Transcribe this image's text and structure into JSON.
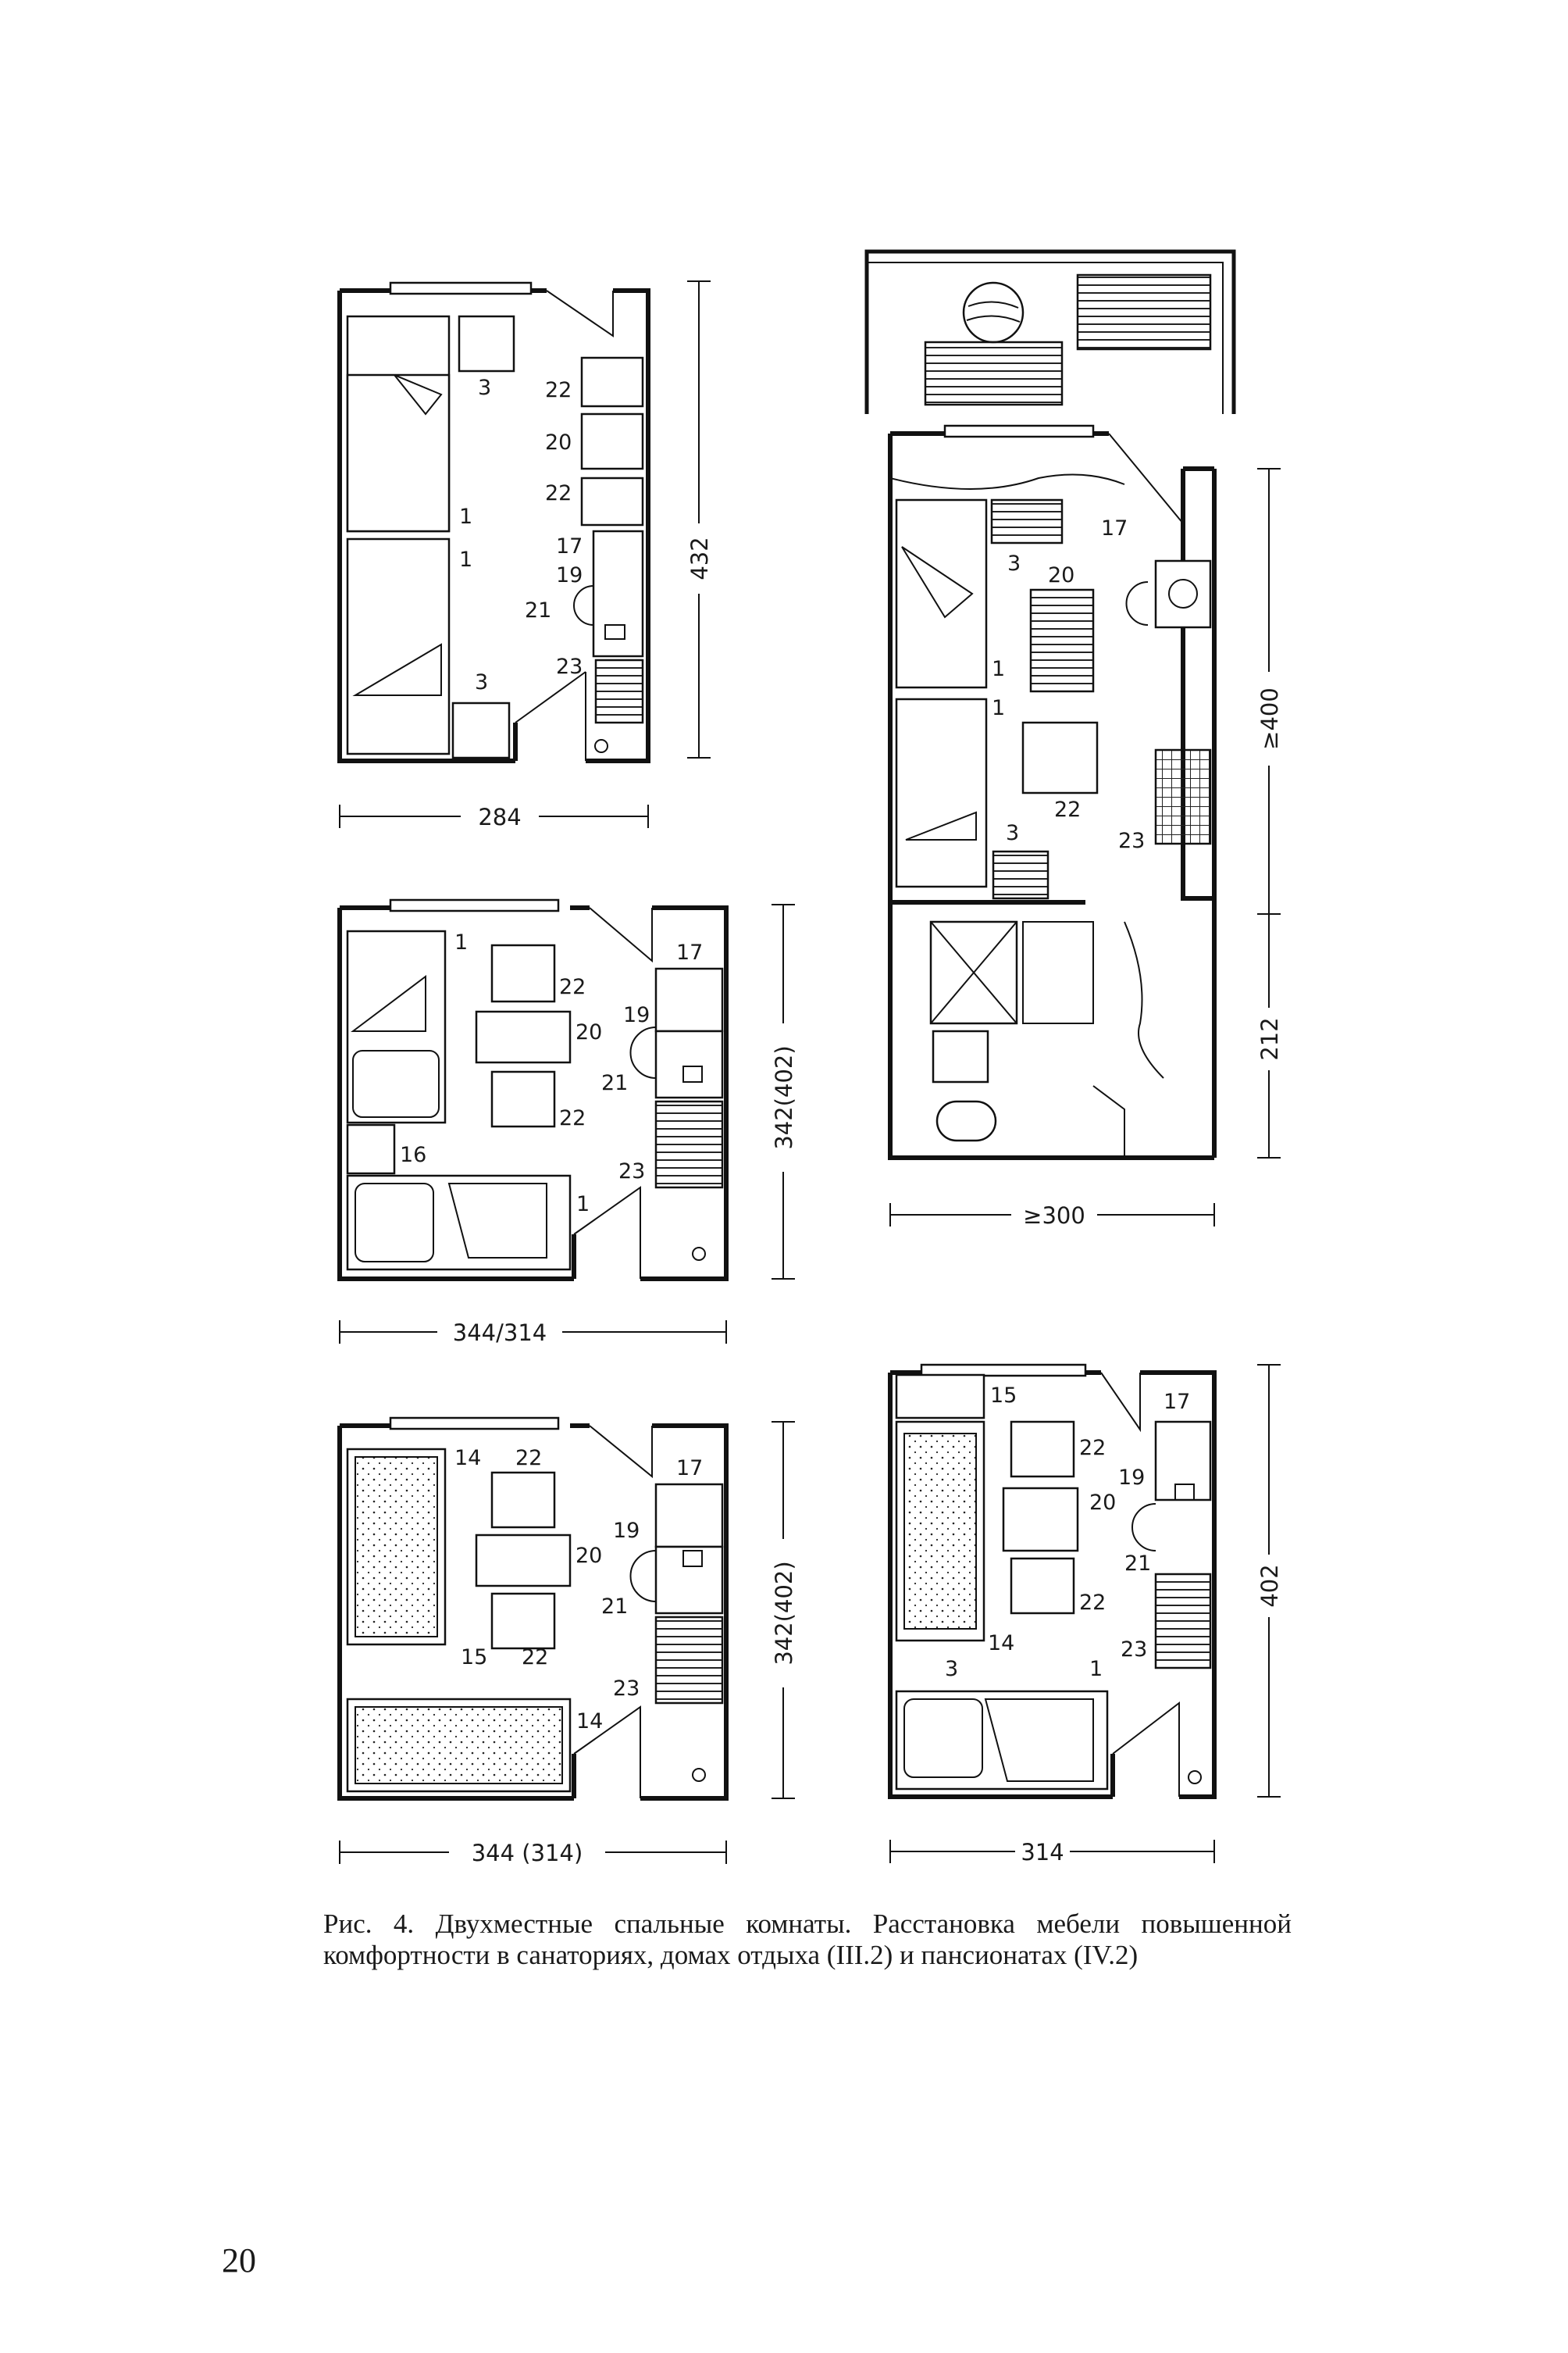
{
  "figure": {
    "caption": "Рис. 4. Двухместные спальные комнаты. Расстановка мебели повышенной комфортности в санаториях, домах отдыха (III.2) и пансионатах (IV.2)",
    "page_number": "20"
  },
  "plan_a": {
    "width_dim": "284",
    "height_dim": "432",
    "labels": [
      "3",
      "22",
      "20",
      "22",
      "1",
      "1",
      "17",
      "19",
      "21",
      "23",
      "3"
    ]
  },
  "plan_b": {
    "width_dim": "344/314",
    "height_dim": "342(402)",
    "labels": [
      "1",
      "22",
      "17",
      "19",
      "20",
      "21",
      "22",
      "16",
      "23",
      "1"
    ]
  },
  "plan_c": {
    "width_dim": "344 (314)",
    "height_dim": "342(402)",
    "labels": [
      "14",
      "22",
      "17",
      "19",
      "20",
      "21",
      "15",
      "22",
      "23",
      "14"
    ]
  },
  "plan_d": {
    "width_dim": "≥300",
    "height_dim_room": "≥400",
    "height_dim_bath": "212",
    "labels": [
      "17",
      "3",
      "20",
      "1",
      "1",
      "22",
      "3",
      "23"
    ]
  },
  "plan_e": {
    "width_dim": "314",
    "height_dim": "402",
    "labels": [
      "15",
      "17",
      "22",
      "19",
      "20",
      "21",
      "22",
      "14",
      "23",
      "3",
      "1"
    ]
  }
}
